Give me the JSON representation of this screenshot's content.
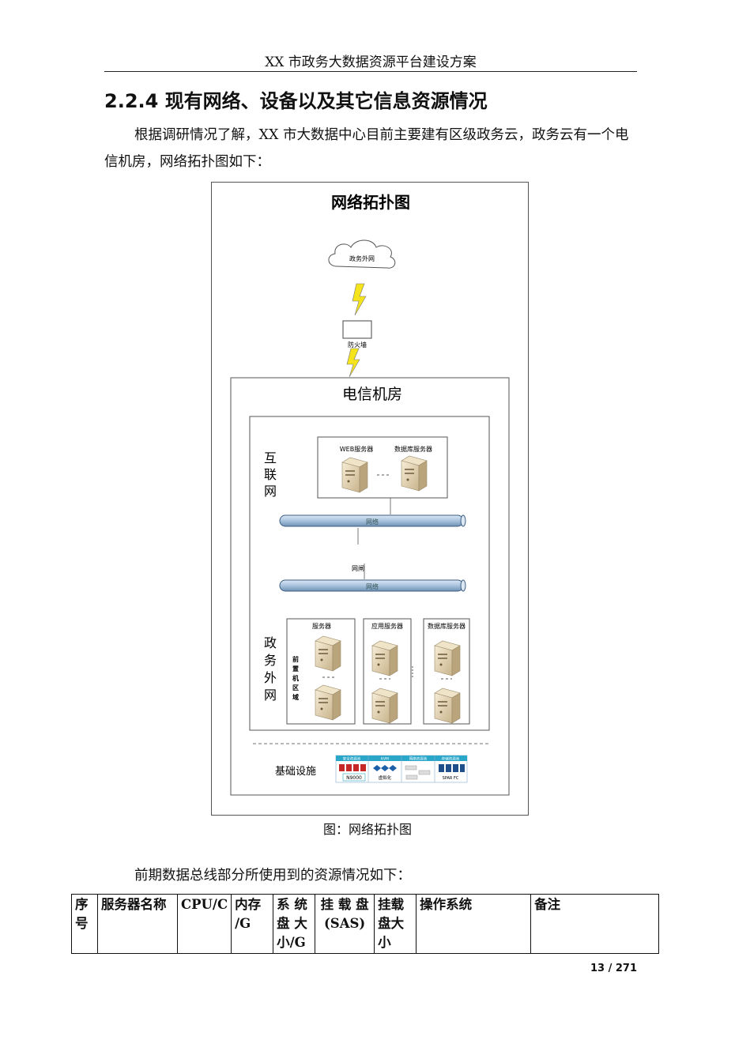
{
  "header": {
    "title": "XX 市政务大数据资源平台建设方案"
  },
  "section": {
    "heading": "2.2.4 现有网络、设备以及其它信息资源情况"
  },
  "body": {
    "para1": "根据调研情况了解，XX 市大数据中心目前主要建有区级政务云，政务云有一个电信机房，网络拓扑图如下：",
    "para2": "前期数据总线部分所使用到的资源情况如下："
  },
  "diagram": {
    "title": "网络拓扑图",
    "cloud_label": "政务外网",
    "firewall_label": "防火墙",
    "room_label": "电信机房",
    "internet_zone": "互联网",
    "gov_zone": "政务外网",
    "web_server": "WEB服务器",
    "db_server": "数据库服务器",
    "network1": "网络",
    "gateway": "网闸",
    "network2": "网络",
    "server_group1": "服务器",
    "server_group2": "应用服务器",
    "server_group3": "数据库服务器",
    "front_zone": "前置机区域",
    "infra_label": "基础设施",
    "infra_tiles": [
      "N9000",
      "虚拟化",
      "",
      "SPAR FC"
    ],
    "infra_tile_titles": [
      "安全资源池",
      "KVM",
      "网络资源池",
      "存储资源池"
    ],
    "colors": {
      "pipe": "#b7cfe6",
      "bolt": "#f5e31c",
      "server": "#e8d9b8",
      "infra_head": "#2aa6c9"
    }
  },
  "figure": {
    "caption": "图：网络拓扑图"
  },
  "table": {
    "headers": [
      [
        "序",
        "号"
      ],
      [
        "服务器名称"
      ],
      [
        "CPU/C"
      ],
      [
        "内存",
        "/G"
      ],
      [
        "系 统",
        "盘 大",
        "小/G"
      ],
      [
        "挂 载 盘",
        "(SAS)"
      ],
      [
        "挂载",
        "盘大",
        "小"
      ],
      [
        "操作系统"
      ],
      [
        "备注"
      ]
    ]
  },
  "footer": {
    "page": "13 / 271"
  }
}
